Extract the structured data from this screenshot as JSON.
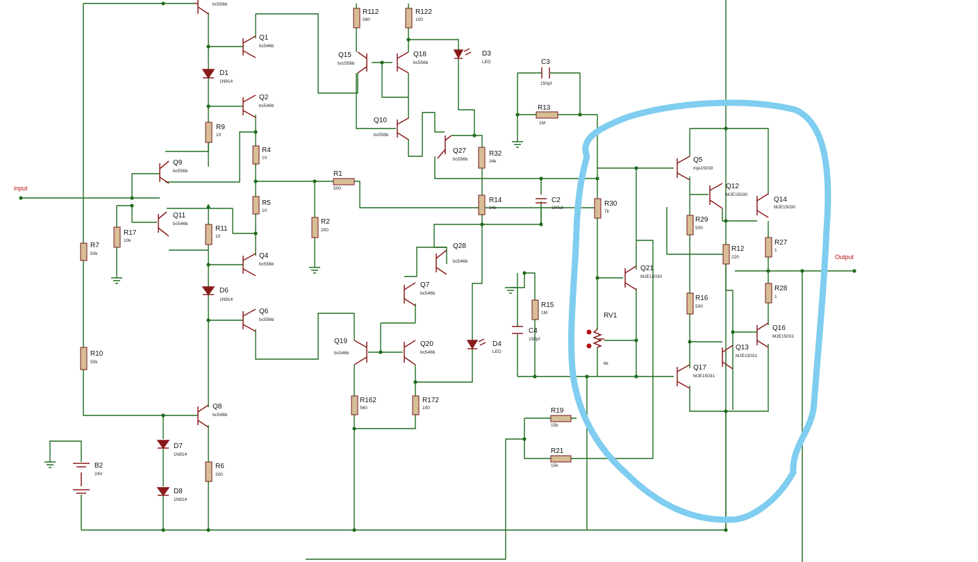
{
  "io": {
    "input": "input",
    "output": "Output"
  },
  "annotation_color": "#7fcdf0",
  "components": {
    "R112": "R112",
    "R112_v": "560",
    "R122": "R122",
    "R122_v": "100",
    "D3": "D3",
    "D3_v": "LED",
    "Q15": "Q15",
    "Q15_v": "bcc556b",
    "Q18": "Q18",
    "Q18_v": "bc556b",
    "Q10": "Q10",
    "Q10_v": "bc556b",
    "Q27": "Q27",
    "Q27_v": "bc556b",
    "R32": "R32",
    "R32_v": "34k",
    "C3": "C3",
    "C3_v": "150pf",
    "R13": "R13",
    "R13_v": "1M",
    "Q1": "Q1",
    "Q1_v": "bc546b",
    "Q2": "Q2",
    "Q2_v": "bc546b",
    "D1": "D1",
    "D1_v": "1N914",
    "R9": "R9",
    "R9_v": "10",
    "R4": "R4",
    "R4_v": "10",
    "R5": "R5",
    "R5_v": "10",
    "Q9": "Q9",
    "Q9_v": "bc556b",
    "Q11": "Q11",
    "Q11_v": "bc546b",
    "R17": "R17",
    "R17_v": "10k",
    "R11": "R11",
    "R11_v": "10",
    "R1": "R1",
    "R1_v": "500",
    "R2": "R2",
    "R2_v": "200",
    "R7": "R7",
    "R7_v": "50k",
    "R10": "R10",
    "R10_v": "50k",
    "Q4": "Q4",
    "Q4_v": "bc556b",
    "D6": "D6",
    "D6_v": "1N914",
    "Q6": "Q6",
    "Q6_v": "bc556b",
    "Q8": "Q8",
    "Q8_v": "bc546b",
    "D7": "D7",
    "D7_v": "1N914",
    "D8": "D8",
    "D8_v": "1N914",
    "R6": "R6",
    "R6_v": "200",
    "B2": "B2",
    "B2_v": "24V",
    "top_pnp_v": "bc556b",
    "R14": "R14",
    "R14_v": "34k",
    "C2": "C2",
    "C2_v": "100uf",
    "Q28": "Q28",
    "Q28_v": "bc546b",
    "Q7": "Q7",
    "Q7_v": "bc546b",
    "Q19": "Q19",
    "Q19_v": "bc546b",
    "Q20": "Q20",
    "Q20_v": "bc546b",
    "D4": "D4",
    "D4_v": "LED",
    "R162": "R162",
    "R162_v": "560",
    "R172": "R172",
    "R172_v": "100",
    "R15": "R15",
    "R15_v": "1M",
    "C4": "C4",
    "C4_v": "150pf",
    "R30": "R30",
    "R30_v": "7k",
    "Q21": "Q21",
    "Q21_v": "MJE15030",
    "RV1": "RV1",
    "RV1_v": "6k",
    "R19": "R19",
    "R19_v": "15k",
    "R21": "R21",
    "R21_v": "15k",
    "Q5": "Q5",
    "Q5_v": "mje15030",
    "Q12": "Q12",
    "Q12_v": "MJE15030",
    "Q14": "Q14",
    "Q14_v": "MJE15030",
    "R29": "R29",
    "R29_v": "500",
    "R12": "R12",
    "R12_v": "220",
    "R27": "R27",
    "R27_v": "1",
    "R28": "R28",
    "R28_v": "1",
    "R16": "R16",
    "R16_v": "500",
    "Q16": "Q16",
    "Q16_v": "MJE15031",
    "Q13": "Q13",
    "Q13_v": "MJE15031",
    "Q17": "Q17",
    "Q17_v": "MJE15031"
  }
}
